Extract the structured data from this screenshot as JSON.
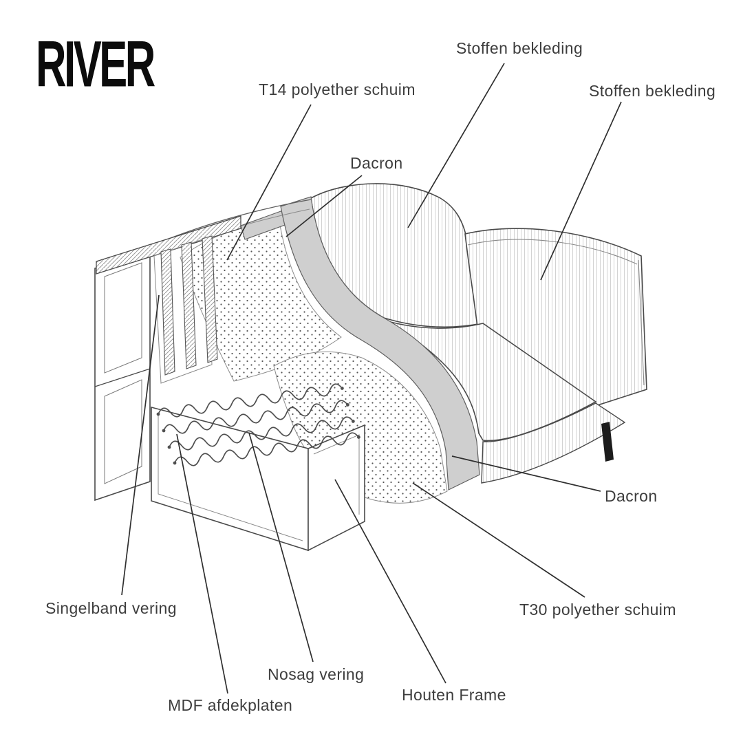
{
  "title": "RIVER",
  "labels": {
    "stoffen_top": "Stoffen bekleding",
    "stoffen_right": "Stoffen bekleding",
    "t14": "T14 polyether schuim",
    "dacron_top": "Dacron",
    "dacron_right": "Dacron",
    "t30": "T30 polyether schuim",
    "singelband": "Singelband vering",
    "nosag": "Nosag vering",
    "mdf": "MDF afdekplaten",
    "houten": "Houten Frame"
  },
  "colors": {
    "background": "#ffffff",
    "line": "#4a4a4a",
    "dacron_fill": "#cfcfcf",
    "foam_dot": "#555555",
    "fabric_hatch": "#c9c9c9",
    "text": "#3d3d3d",
    "leg": "#1c1c1c",
    "title": "#0c0c0c"
  }
}
